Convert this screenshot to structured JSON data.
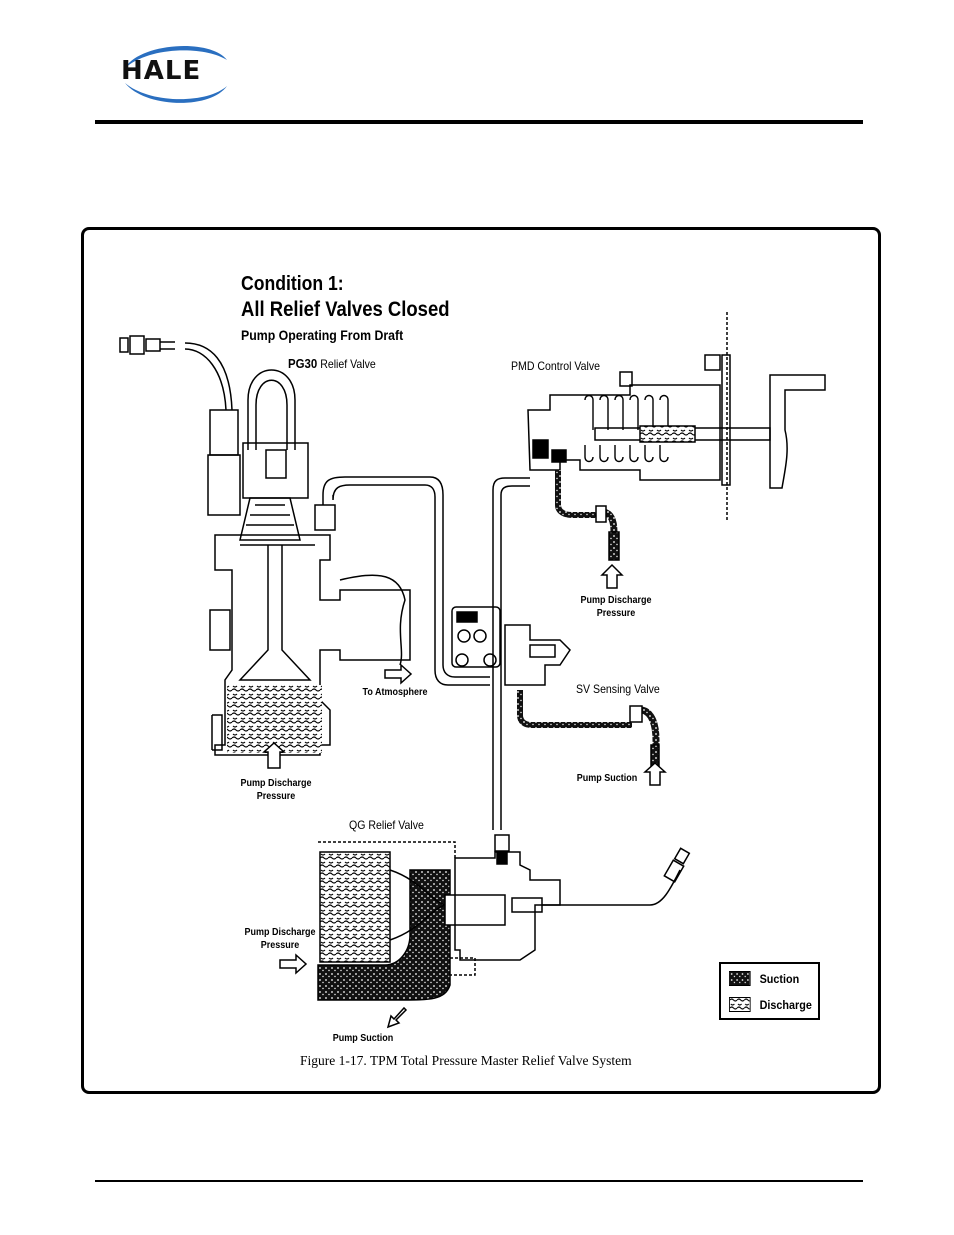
{
  "header": {
    "logo_text": "HALE",
    "brand_color": "#2a6fc0"
  },
  "figure": {
    "heading_line1": "Condition 1:",
    "heading_line2": "All Relief Valves Closed",
    "subheading": "Pump Operating From Draft",
    "labels": {
      "pg30_bold": "PG30",
      "pg30_rest": " Relief Valve",
      "pmd_control_valve": "PMD Control Valve",
      "pmd_pump_discharge_1": "Pump Discharge",
      "pmd_pump_discharge_2": "Pressure",
      "to_atmosphere": "To Atmosphere",
      "sv_sensing_valve": "SV Sensing Valve",
      "sv_pump_suction": "Pump Suction",
      "pg30_pump_discharge_1": "Pump Discharge",
      "pg30_pump_discharge_2": "Pressure",
      "qg_relief_valve": "QG Relief Valve",
      "qg_pump_discharge_1": "Pump Discharge",
      "qg_pump_discharge_2": "Pressure",
      "qg_pump_suction": "Pump Suction"
    },
    "legend": {
      "items": [
        {
          "label": "Suction",
          "pattern": "suction-pattern"
        },
        {
          "label": "Discharge",
          "pattern": "discharge-pattern"
        }
      ]
    },
    "caption": "Figure 1-17.  TPM Total Pressure Master Relief Valve System"
  }
}
